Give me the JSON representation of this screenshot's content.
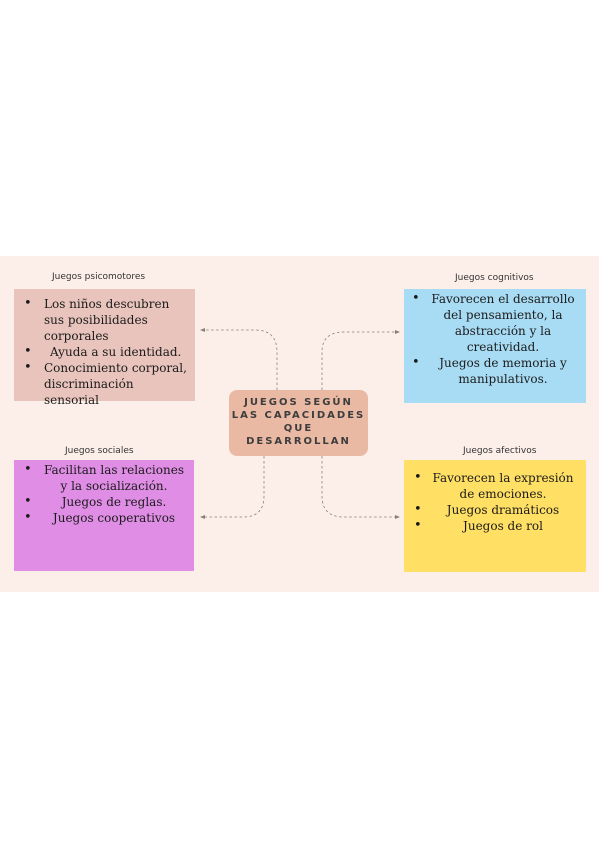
{
  "center_title": [
    "JUEGOS SEGÚN",
    "LAS CAPACIDADES",
    "QUE",
    "DESARROLLAN"
  ],
  "sections": [
    {
      "label": "Juegos psicomotores",
      "items": [
        "Los niños descubren sus posibilidades corporales",
        "Ayuda a su identidad.",
        "Conocimiento corporal, discriminación sensorial"
      ],
      "color": "#e8c4bc"
    },
    {
      "label": "Juegos cognitivos",
      "items": [
        "Favorecen el desarrollo del pensamiento, la abstracción y la creatividad.",
        "Juegos de memoria y manipulativos."
      ],
      "color": "#a8dcf4"
    },
    {
      "label": "Juegos sociales",
      "items": [
        "Facilitan las relaciones y la socialización.",
        "Juegos de reglas.",
        "Juegos cooperativos"
      ],
      "color": "#df8de5"
    },
    {
      "label": "Juegos afectivos",
      "items": [
        "Favorecen la expresión de emociones.",
        "Juegos dramáticos",
        "Juegos de rol"
      ],
      "color": "#ffdf64"
    }
  ],
  "background_color": "#fcefe9",
  "center_color": "#e9b9a4"
}
